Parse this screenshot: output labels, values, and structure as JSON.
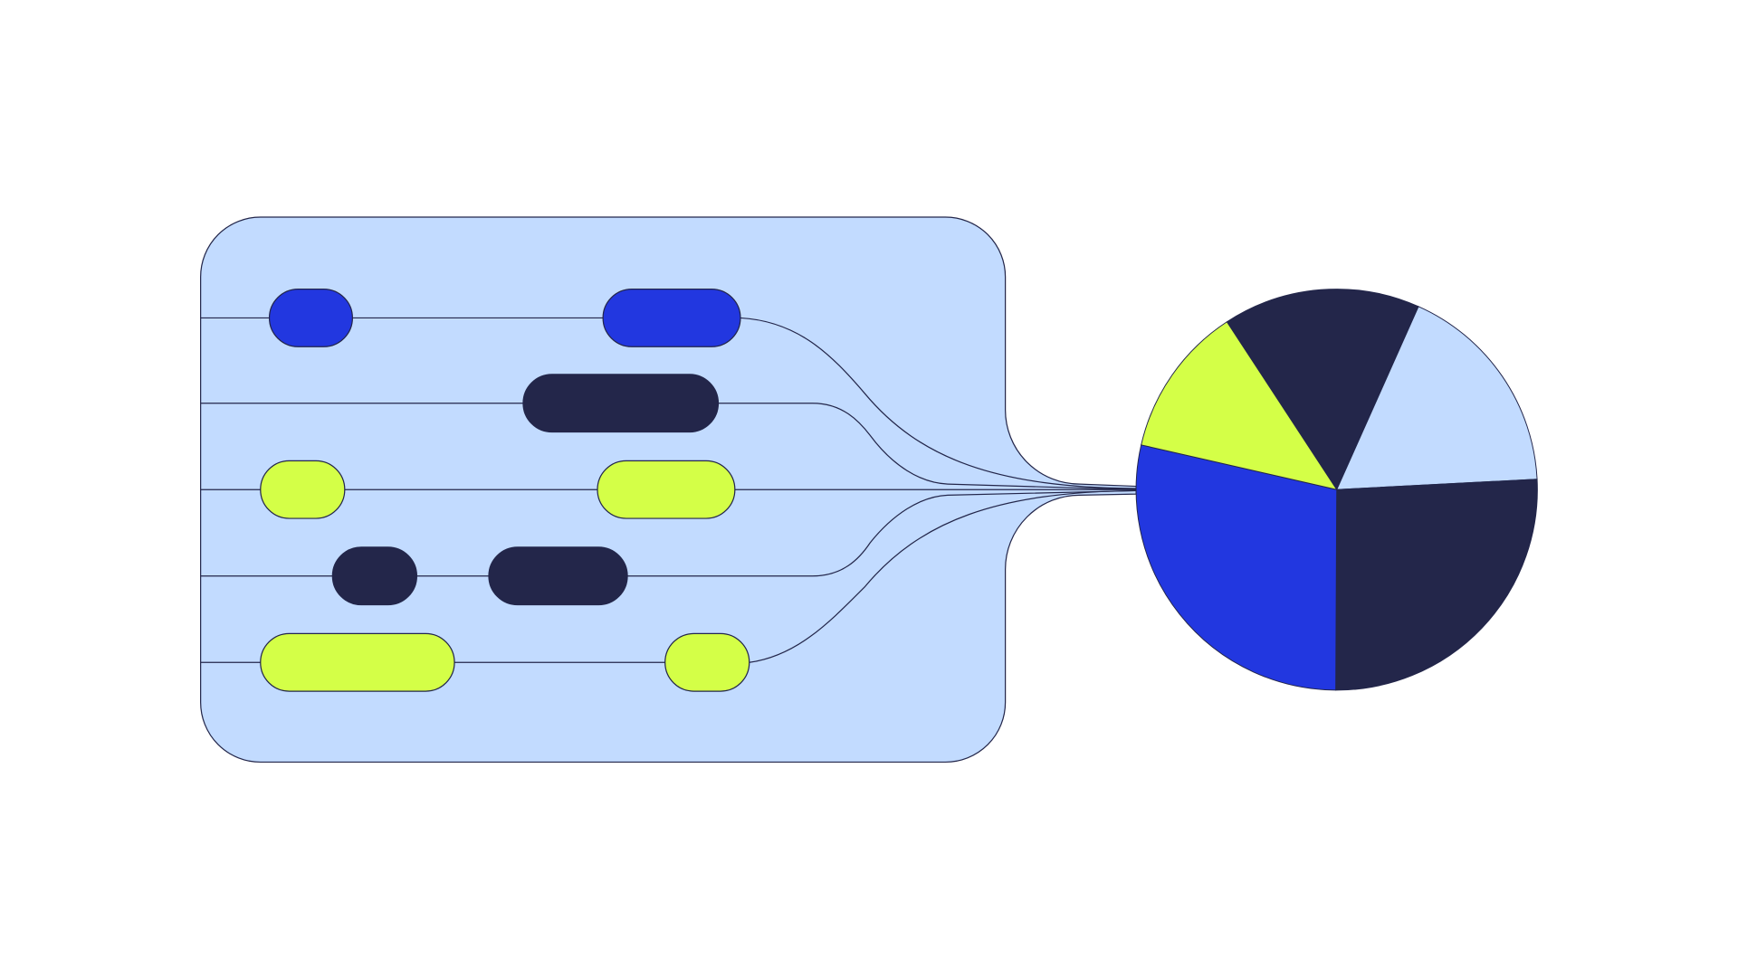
{
  "colors": {
    "blue": "#2237e0",
    "navy": "#23264a",
    "lime": "#d4ff47",
    "light_blue": "#c2dbff",
    "stroke": "#23264a"
  },
  "rows": [
    {
      "pills": [
        "blue",
        "blue"
      ]
    },
    {
      "pills": [
        "navy"
      ]
    },
    {
      "pills": [
        "lime",
        "lime"
      ]
    },
    {
      "pills": [
        "navy",
        "navy"
      ]
    },
    {
      "pills": [
        "lime",
        "lime"
      ]
    }
  ],
  "pie": {
    "start_angle_deg": 326.8,
    "segments": [
      {
        "color": "navy",
        "percent": 15.9
      },
      {
        "color": "light_blue",
        "percent": 17.5
      },
      {
        "color": "navy",
        "percent": 25.9
      },
      {
        "color": "blue",
        "percent": 28.5
      },
      {
        "color": "lime",
        "percent": 12.2
      }
    ]
  }
}
